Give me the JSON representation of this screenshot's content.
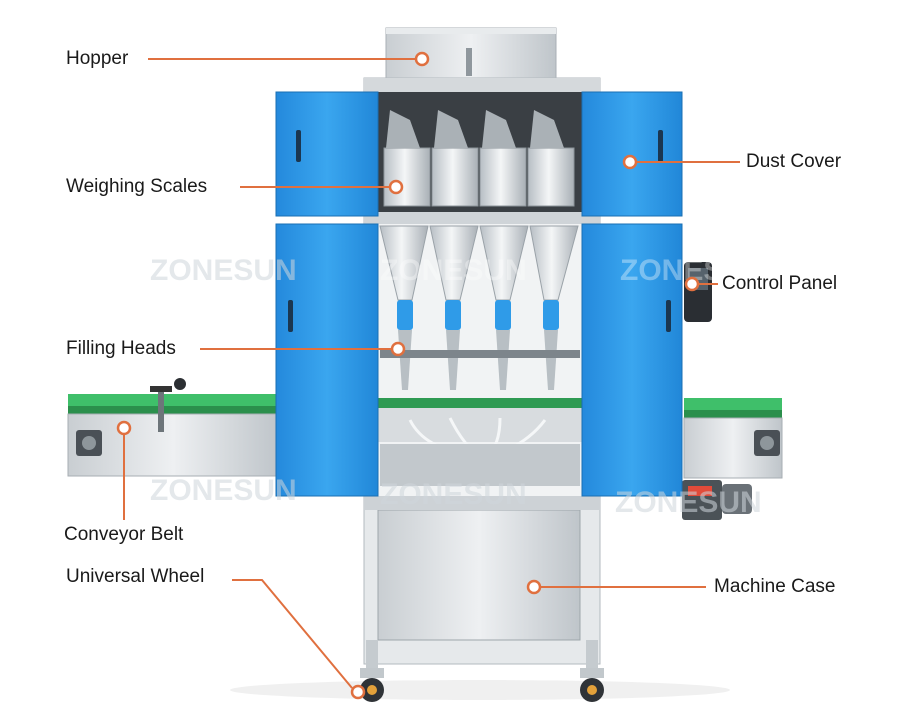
{
  "colors": {
    "leader": "#e0703f",
    "panel_blue": "#2f9be8",
    "panel_blue_dark": "#1e7fcc",
    "steel": "#d9dde0",
    "steel_dark": "#9aa2a8",
    "conveyor_green": "#3fbf6a",
    "watermark": "#cfd6dc"
  },
  "watermark": {
    "text": "ZONESUN"
  },
  "labels": {
    "hopper": "Hopper",
    "dust_cover": "Dust Cover",
    "weighing_scales": "Weighing Scales",
    "control_panel": "Control Panel",
    "filling_heads": "Filling Heads",
    "conveyor_belt": "Conveyor Belt",
    "universal_wheel": "Universal Wheel",
    "machine_case": "Machine Case"
  },
  "icons": {
    "marker": "circle-marker-icon"
  }
}
